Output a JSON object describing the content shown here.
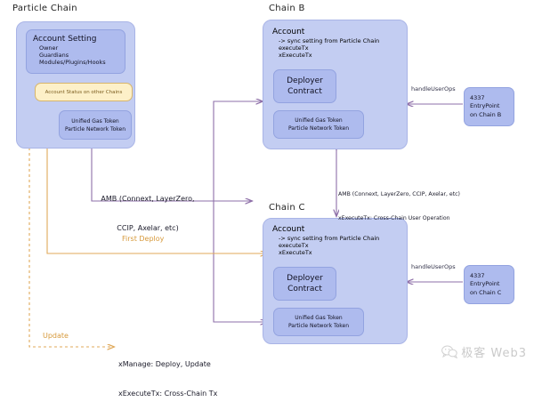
{
  "diagram": {
    "title_particle": "Particle Chain",
    "title_chain_b": "Chain B",
    "title_chain_c": "Chain C"
  },
  "particle_chain": {
    "account_setting": {
      "title": "Account Setting",
      "lines": [
        "Owner",
        "Guardians",
        "Modules/Plugins/Hooks"
      ]
    },
    "status_box": "Account Status on other Chains",
    "token_box": {
      "line1": "Unified Gas Token",
      "line2": "Particle Network Token"
    }
  },
  "chain_b": {
    "account": {
      "title": "Account",
      "lines": [
        "-> sync setting from Particle Chain",
        "executeTx",
        "xExecuteTx"
      ]
    },
    "deployer": {
      "line1": "Deployer",
      "line2": "Contract"
    },
    "token_box": {
      "line1": "Unified Gas Token",
      "line2": "Particle Network Token"
    },
    "entrypoint": {
      "line1": "4337",
      "line2": "EntryPoint",
      "line3": "on Chain B"
    },
    "handle_user_ops": "handleUserOps"
  },
  "chain_c": {
    "account": {
      "title": "Account",
      "lines": [
        "-> sync setting from Particle Chain",
        "executeTx",
        "xExecuteTx"
      ]
    },
    "deployer": {
      "line1": "Deployer",
      "line2": "Contract"
    },
    "token_box": {
      "line1": "Unified Gas Token",
      "line2": "Particle Network Token"
    },
    "entrypoint": {
      "line1": "4337",
      "line2": "EntryPoint",
      "line3": "on Chain C"
    },
    "handle_user_ops": "handleUserOps"
  },
  "edges": {
    "amb_left_line1": "AMB (Connext, LayerZero,",
    "amb_left_line2": "CCIP, Axelar, etc)",
    "amb_right_line1": "AMB (Connext, LayerZero, CCIP, Axelar, etc)",
    "amb_right_line2": "xExecuteTx: Cross-Chain User Operation",
    "first_deploy": "First Deploy",
    "update": "Update"
  },
  "legend": {
    "line1": "xManage: Deploy, Update",
    "line2": "xExecuteTx: Cross-Chain Tx"
  },
  "watermark": {
    "icon": "wechat-bubble-icon",
    "text": "极客 Web3"
  },
  "colors": {
    "box_fill_outer": "#c3cdf2",
    "box_fill_inner": "#aebbee",
    "yellow_fill": "#fdf0c8",
    "purple_line": "#8e6fa8",
    "orange_line": "#e0a95a",
    "background": "#ffffff"
  }
}
